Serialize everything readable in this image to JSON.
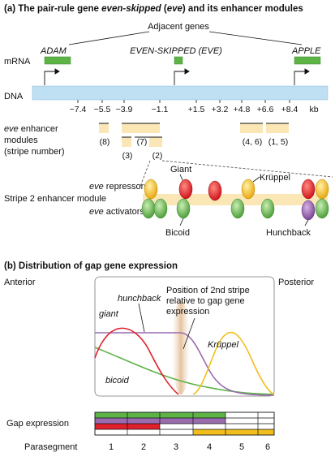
{
  "panel_a": {
    "header_prefix": "(a)",
    "title_1": "The pair-rule gene ",
    "title_2": "even-skipped",
    "title_3": " (",
    "title_4": "eve",
    "title_5": ") and its enhancer modules",
    "adjacent_genes": "Adjacent genes",
    "gene_adam": "ADAM",
    "gene_eve": "EVEN-SKIPPED (EVE)",
    "gene_apple": "APPLE",
    "mrna_label": "mRNA",
    "dna_label": "DNA",
    "positions": [
      "−7.4",
      "−5.5",
      "−3.9",
      "−1.1",
      "+1.5",
      "+3.2",
      "+4.8",
      "+6.6",
      "+8.4"
    ],
    "kb": "kb",
    "enh_1": "eve",
    "enh_1b": " enhancer",
    "enh_2": "modules",
    "enh_3": "(stripe number)",
    "stripes": [
      "(8)",
      "(3)",
      "(7)",
      "(2)",
      "(4, 6)",
      "(1, 5)"
    ],
    "repressors_label_it": "eve",
    "repressors_label": " repressors:",
    "module_label": "Stripe 2 enhancer module",
    "activators_label_it": "eve",
    "activators_label": " activators:",
    "giant": "Giant",
    "kruppel": "Krüppel",
    "bicoid": "Bicoid",
    "hunchback": "Hunchback"
  },
  "panel_b": {
    "header_prefix": "(b)",
    "title": "Distribution of gap gene expression",
    "anterior": "Anterior",
    "posterior": "Posterior",
    "hunchback": "hunchback",
    "giant": "giant",
    "kruppel": "Krüppel",
    "bicoid": "bicoid",
    "stripe_note_1": "Position of 2nd stripe",
    "stripe_note_2": "relative to gap gene",
    "stripe_note_3": "expression",
    "gap_expression": "Gap expression",
    "parasegment": "Parasegment",
    "parasegments": [
      "1",
      "2",
      "3",
      "4",
      "5",
      "6"
    ]
  },
  "colors": {
    "green": "#5db346",
    "purple": "#9b6bb0",
    "red": "#e0202a",
    "yellow": "#f2be1c",
    "dna": "#bfdff2",
    "enhancer": "#fbe7b6"
  }
}
